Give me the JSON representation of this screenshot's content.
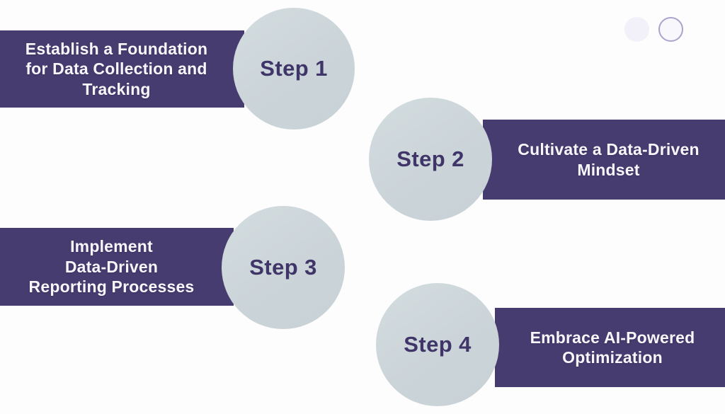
{
  "colors": {
    "background": "#fdfdfd",
    "bar_purple": "#473c6f",
    "bar_text": "#f7f6fa",
    "circle_gray": "#cdd6da",
    "step_label_purple": "#3f3568",
    "dot_filled_fill": "#f2f1f9",
    "dot_outline_stroke": "#aaa3cd"
  },
  "decor": {
    "dot_filled": "filled-circle",
    "dot_outlined": "outlined-circle"
  },
  "steps": [
    {
      "step_label": "Step 1",
      "title": "Establish a Foundation for Data Collection and Tracking",
      "lines": [
        "Establish a Foundation",
        "for Data Collection and",
        "Tracking"
      ],
      "side": "left"
    },
    {
      "step_label": "Step 2",
      "title": "Cultivate a Data-Driven Mindset",
      "lines": [
        "Cultivate a Data-Driven",
        "Mindset"
      ],
      "side": "right"
    },
    {
      "step_label": "Step 3",
      "title": "Implement Data-Driven Reporting Processes",
      "lines": [
        "Implement",
        "Data-Driven",
        "Reporting Processes"
      ],
      "side": "left"
    },
    {
      "step_label": "Step 4",
      "title": "Embrace AI-Powered Optimization",
      "lines": [
        "Embrace AI-Powered",
        "Optimization"
      ],
      "side": "right"
    }
  ]
}
